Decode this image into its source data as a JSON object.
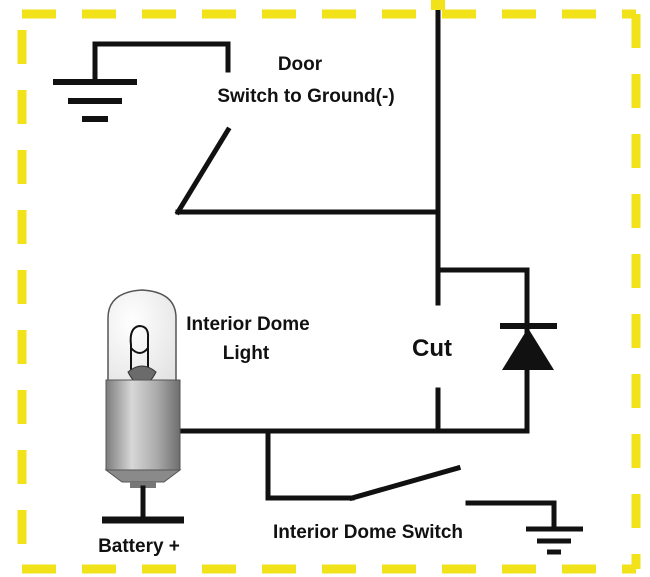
{
  "labels": {
    "door_line1": "Door",
    "door_line2": "Switch to Ground(-)",
    "dome_line1": "Interior Dome",
    "dome_line2": "Light",
    "cut": "Cut",
    "battery": "Battery +",
    "dome_switch": "Interior Dome Switch"
  },
  "colors": {
    "border": "#f2e21a",
    "wire": "#111111",
    "bulb_base": "#b9b9b9"
  }
}
